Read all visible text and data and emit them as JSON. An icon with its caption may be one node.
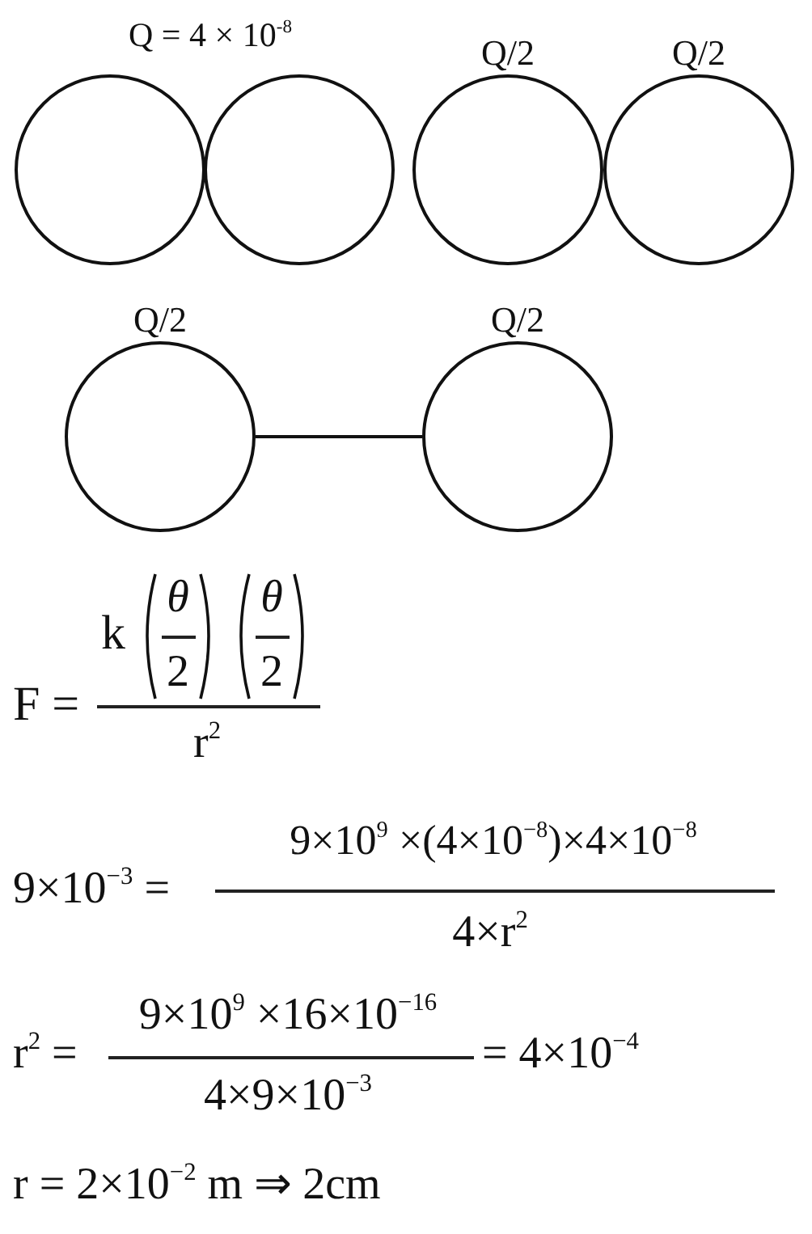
{
  "diagram": {
    "nodes": [
      {
        "text": [],
        "shape": "circle"
      },
      {
        "text": [],
        "shape": "circle"
      },
      {
        "text": [
          "Q/2"
        ]
      },
      {
        "text": [
          "Q/2"
        ]
      },
      {
        "text": [
          "Q/2"
        ]
      },
      {
        "text": [
          "Q/2"
        ]
      }
    ],
    "edges": [
      {
        "from": 4,
        "to": 5,
        "arrow": "none"
      }
    ],
    "labels": [
      "Q = 4 × 10$^{-8}$",
      "F =",
      "k",
      "θ",
      "2",
      "θ",
      "2",
      "r$^{2}$",
      "9×10$^{−3}$ =",
      "9×10$^{9}$ ×(4×10$^{−8}$)×4×10$^{−8}$",
      "4×r$^{2}$",
      "r$^{2}$ =",
      "9×10$^{9}$ ×16×10$^{−16}$",
      "4×9×10$^{−3}$",
      "= 4×10$^{−4}$",
      "r = 2×10$^{−2}$ m ⇒ 2cm"
    ]
  }
}
